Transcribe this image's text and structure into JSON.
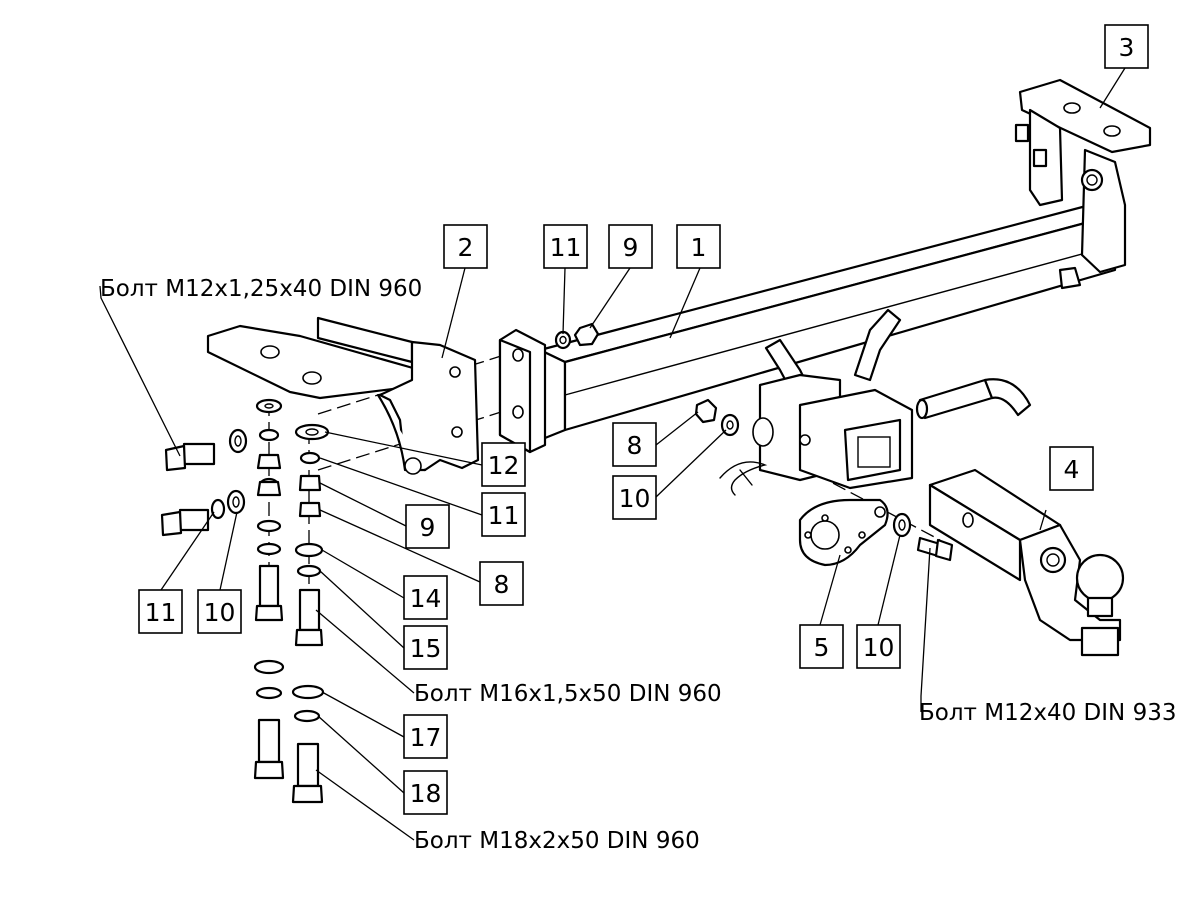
{
  "callouts": {
    "c1": "1",
    "c2": "2",
    "c3": "3",
    "c4": "4",
    "c5": "5",
    "c8a": "8",
    "c8b": "8",
    "c9a": "9",
    "c9b": "9",
    "c10a": "10",
    "c10b": "10",
    "c10c": "10",
    "c11a": "11",
    "c11b": "11",
    "c11c": "11",
    "c12": "12",
    "c14": "14",
    "c15": "15",
    "c17": "17",
    "c18": "18"
  },
  "bolt_labels": {
    "m12_125": "Болт М12x1,25x40 DIN 960",
    "m16": "Болт М16x1,5x50 DIN 960",
    "m18": "Болт М18x2x50 DIN 960",
    "m12_933": "Болт М12x40 DIN 933"
  }
}
